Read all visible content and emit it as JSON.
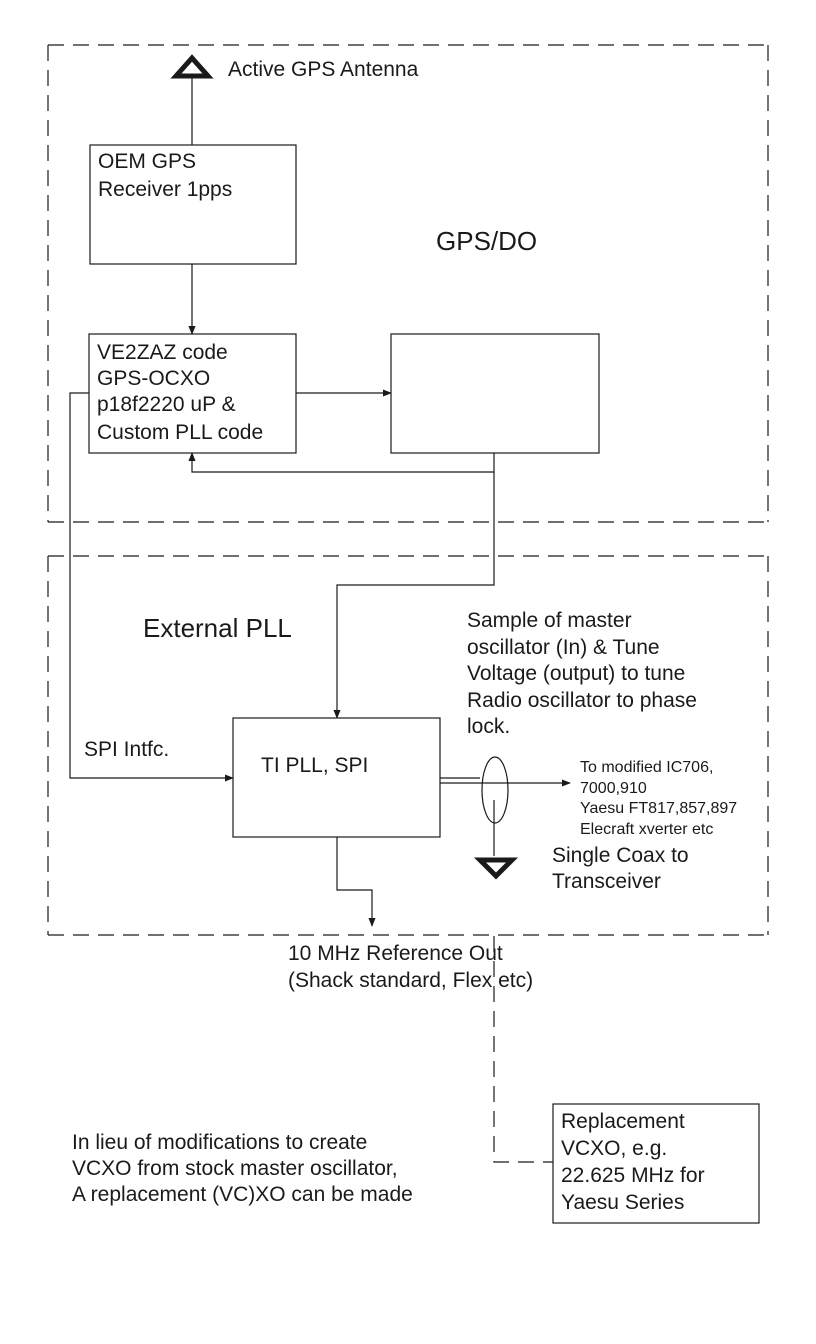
{
  "labels": {
    "antenna": "Active GPS Antenna",
    "gpsdo_region": "GPS/DO",
    "external_pll_region": "External PLL",
    "spi_interface": "SPI Intfc.",
    "sample_note": [
      "Sample of master",
      "oscillator (In) & Tune",
      "Voltage (output) to tune",
      "Radio oscillator to phase",
      "lock."
    ],
    "to_radios": [
      "To modified IC706,",
      "7000,910",
      "Yaesu FT817,857,897",
      "Elecraft xverter etc"
    ],
    "single_coax": [
      "Single Coax to",
      "Transceiver"
    ],
    "ref_out": [
      "10 MHz Reference Out",
      "(Shack standard, Flex etc)"
    ],
    "in_lieu_note": [
      "In lieu of modifications to create",
      "VCXO from stock master oscillator,",
      "A replacement (VC)XO can be made"
    ]
  },
  "blocks": {
    "gps_receiver": [
      "OEM GPS",
      "Receiver 1pps"
    ],
    "controller": [
      "VE2ZAZ code",
      "GPS-OCXO",
      "p18f2220 uP &",
      "Custom PLL code"
    ],
    "ocxo": [],
    "ti_pll": [
      "TI PLL, SPI"
    ],
    "replacement_vcxo": [
      "Replacement",
      "VCXO, e.g.",
      "22.625 MHz for",
      "Yaesu Series"
    ]
  }
}
